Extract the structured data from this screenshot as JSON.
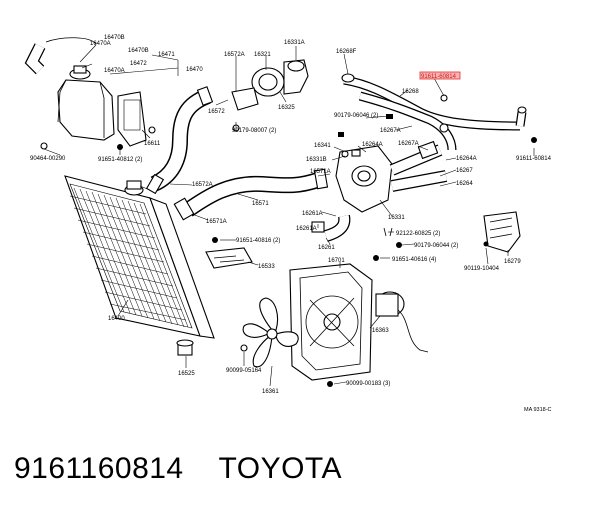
{
  "labels": {
    "l16470B": "16470B",
    "l16470A_top": "16470A",
    "l16470B_2": "16470B",
    "l16471": "16471",
    "l16472": "16472",
    "l16470A_mid": "16470A",
    "l16470": "16470",
    "l16572A_top": "16572A",
    "l16321": "16321",
    "l16331A": "16331A",
    "l16268F": "16268F",
    "l16268": "16268",
    "l16572_top": "16572",
    "l16325": "16325",
    "l90179_08007": "90179-08007 (2)",
    "l90179_06046": "90179-06046 (2)",
    "l16267A_1": "16267A",
    "l16341": "16341",
    "l16264A_top": "16264A",
    "l16267A_2": "16267A",
    "l16264A_right": "16264A",
    "l91611_60814": "91611-60814",
    "l90464": "90464-00290",
    "l91651_40812": "91651-40812 (2)",
    "l16611": "16611",
    "l16331B": "16331B",
    "l16571A_top": "16571A",
    "l16267": "16267",
    "l16264": "16264",
    "l16572A_mid": "16572A",
    "l16571": "16571",
    "l16331": "16331",
    "l16571A_mid": "16571A",
    "l16261A_1": "16261A",
    "l16261A_2": "16261A",
    "l92122": "92122-60825 (2)",
    "l91651_40816_2": "91651-40816 (2)",
    "l90179_06044": "90179-06044 (2)",
    "l16261": "16261",
    "l16533": "16533",
    "l16701": "16701",
    "l91651_40616": "91651-40616 (4)",
    "l90119": "90119-10404",
    "l16279": "16279",
    "l16400": "16400",
    "l16363": "16363",
    "l90099_05164": "90099-05164",
    "l16525": "16525",
    "l90099_00183": "90099-00183 (3)",
    "l16361": "16361",
    "l_code": "MA 9318-C"
  },
  "highlight": {
    "label": "91611-60814",
    "color": "#ff9999"
  },
  "caption": {
    "part_number": "9161160814",
    "brand": "TOYOTA"
  }
}
